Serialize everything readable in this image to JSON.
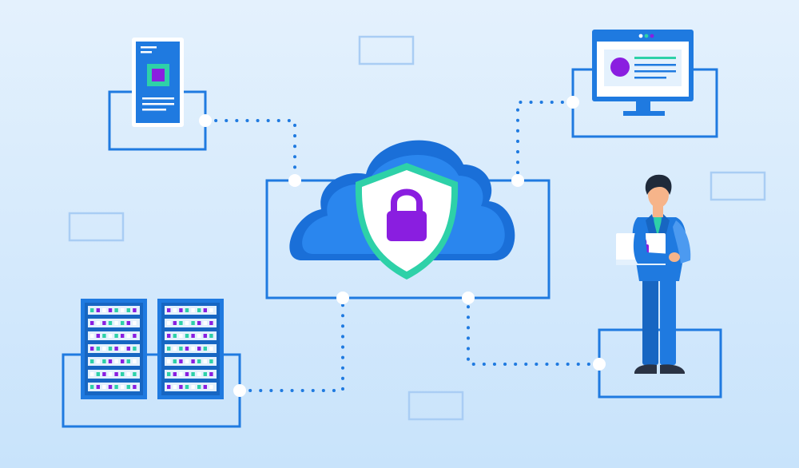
{
  "colors": {
    "bg_top": "#e4f1fd",
    "bg_bottom": "#c8e3fb",
    "blue": "#1f7ae0",
    "blue_dark": "#1766c2",
    "blue_light": "#4c9af0",
    "cloud_dark": "#1a6fd8",
    "cloud": "#2a86ee",
    "frame_faint": "#a9cdf4",
    "teal": "#2ed1a8",
    "purple": "#8a1ee0",
    "white": "#ffffff",
    "skin": "#f6b48a",
    "hair": "#1f2a3a",
    "shoe": "#2a3344"
  },
  "icons": {
    "cloud": "cloud-icon",
    "shield": "shield-icon",
    "lock": "padlock-icon",
    "mobile": "mobile-device-icon",
    "monitor": "desktop-monitor-icon",
    "servers": "server-rack-icon",
    "person": "person-with-laptop-icon"
  },
  "nodes": [
    {
      "id": "mobile",
      "name": "mobile-device"
    },
    {
      "id": "monitor",
      "name": "desktop-monitor"
    },
    {
      "id": "servers",
      "name": "server-racks"
    },
    {
      "id": "person",
      "name": "user-with-laptop"
    },
    {
      "id": "cloud",
      "name": "secure-cloud"
    }
  ],
  "connections": [
    {
      "from": "mobile",
      "to": "cloud"
    },
    {
      "from": "monitor",
      "to": "cloud"
    },
    {
      "from": "servers",
      "to": "cloud"
    },
    {
      "from": "person",
      "to": "cloud"
    }
  ]
}
